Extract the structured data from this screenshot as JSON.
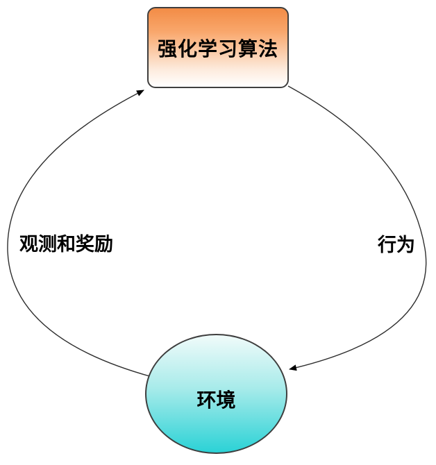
{
  "diagram": {
    "nodes": {
      "algorithm": {
        "label": "强化学习算法",
        "fill_top": "#F28C46",
        "fill_bottom": "#FFFFFF",
        "border": "#3E3E3E",
        "shape": "rounded-rectangle"
      },
      "environment": {
        "label": "环境",
        "fill_top": "#F0FBFA",
        "fill_bottom": "#2BD2D6",
        "border": "#3E3E3E",
        "shape": "ellipse"
      }
    },
    "edges": [
      {
        "label": "观测和奖励",
        "from": "environment",
        "to": "algorithm",
        "side": "left"
      },
      {
        "label": "行为",
        "from": "algorithm",
        "to": "environment",
        "side": "right"
      }
    ],
    "colors": {
      "line": "#2e2e2e",
      "arrowhead": "#000000",
      "text": "#000000",
      "background": "#FFFFFF"
    }
  }
}
